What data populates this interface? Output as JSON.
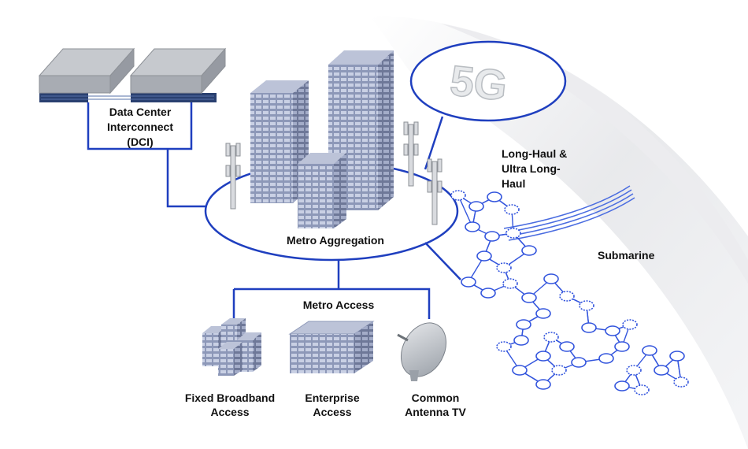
{
  "labels": {
    "dci": [
      "Data Center",
      "Interconnect",
      "(DCI)"
    ],
    "five_g": "5G",
    "long_haul": [
      "Long-Haul &",
      "Ultra Long-",
      "Haul"
    ],
    "metro_aggregation": "Metro Aggregation",
    "submarine": "Submarine",
    "metro_access": "Metro Access",
    "fixed_broadband": [
      "Fixed Broadband",
      "Access"
    ],
    "enterprise": [
      "Enterprise",
      "Access"
    ],
    "catv": [
      "Common",
      "Antenna TV"
    ]
  },
  "colors": {
    "network_line": "#1f3fbf",
    "mesh_line": "#3355dd",
    "building_face": "#8a95b5",
    "building_side": "#6f7a9c",
    "hardware_gray": "#b9bcc1",
    "swoosh_gray": "#e3e4e7"
  }
}
